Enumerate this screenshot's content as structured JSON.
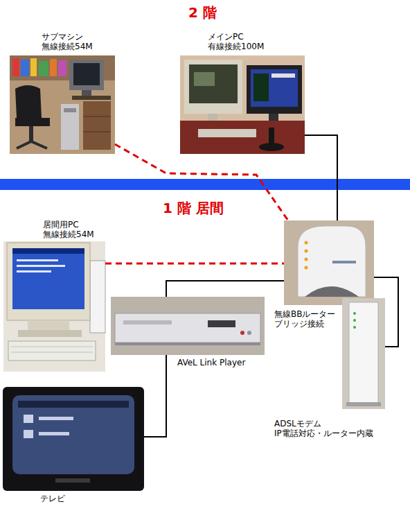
{
  "diagram": {
    "nodes": [
      {
        "text": [
          "サブマシン",
          "無線接続54M"
        ]
      },
      {
        "text": [
          "メインPC",
          "有線接続100M"
        ]
      },
      {
        "text": [
          "居間用PC",
          "無線接続54M"
        ]
      },
      {
        "text": [
          "無線BBルーター",
          "ブリッジ接続"
        ]
      },
      {
        "text": [
          "AVeL Link Player"
        ]
      },
      {
        "text": [
          "ADSLモデム",
          "IP電話対応・ルーター内蔵"
        ]
      },
      {
        "text": [
          "テレビ"
        ]
      }
    ],
    "edges": [
      {
        "from": 0,
        "to": 3,
        "arrow": "none"
      },
      {
        "from": 1,
        "to": 3,
        "arrow": "none"
      },
      {
        "from": 2,
        "to": 3,
        "arrow": "none"
      },
      {
        "from": 3,
        "to": 4,
        "arrow": "none"
      },
      {
        "from": 3,
        "to": 5,
        "arrow": "none"
      },
      {
        "from": 4,
        "to": 6,
        "arrow": "none"
      }
    ],
    "labels": [
      "2 階",
      "1 階 居間"
    ]
  }
}
